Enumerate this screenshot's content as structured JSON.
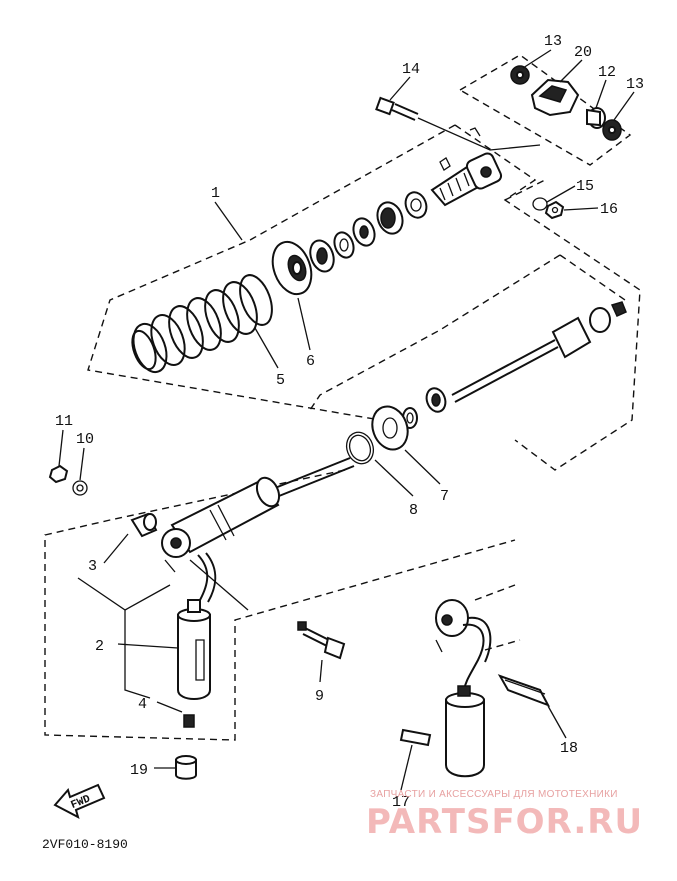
{
  "diagram": {
    "drawing_code": "2VF010-8190",
    "forward_label": "FWD",
    "part_numbers": [
      "1",
      "2",
      "3",
      "4",
      "5",
      "6",
      "7",
      "8",
      "9",
      "10",
      "11",
      "12",
      "13",
      "13",
      "14",
      "15",
      "16",
      "17",
      "18",
      "19",
      "20"
    ]
  },
  "watermark": {
    "tagline": "ЗАПЧАСТИ И АКСЕССУАРЫ ДЛЯ МОТОТЕХНИКИ",
    "brand": "PARTSFOR.RU"
  }
}
